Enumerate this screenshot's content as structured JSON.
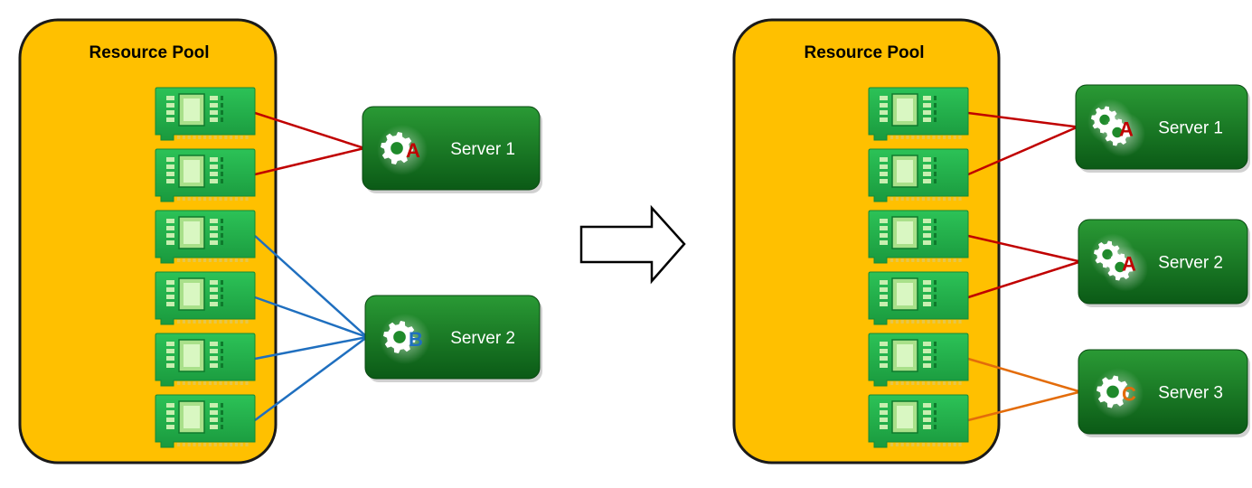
{
  "colors": {
    "pool_fill": "#FFC000",
    "pool_stroke": "#1a1a1a",
    "card_green": "#22B14C",
    "card_green_dark": "#138a36",
    "chip_light": "#c8efb0",
    "server_green": "#1f8a2b",
    "server_green_dark": "#0b4d14",
    "link_a": "#c00000",
    "link_b": "#1f6fbf",
    "link_c": "#e36c0a"
  },
  "left": {
    "pool_title": "Resource Pool",
    "servers": [
      {
        "label": "Server 1",
        "letter": "A",
        "letter_color": "#c00000",
        "icon": "gear-icon"
      },
      {
        "label": "Server 2",
        "letter": "B",
        "letter_color": "#1f6fbf",
        "icon": "gear-icon"
      }
    ],
    "card_count": 6,
    "links": [
      {
        "card": 0,
        "server": 0,
        "color": "#c00000"
      },
      {
        "card": 1,
        "server": 0,
        "color": "#c00000"
      },
      {
        "card": 2,
        "server": 1,
        "color": "#1f6fbf"
      },
      {
        "card": 3,
        "server": 1,
        "color": "#1f6fbf"
      },
      {
        "card": 4,
        "server": 1,
        "color": "#1f6fbf"
      },
      {
        "card": 5,
        "server": 1,
        "color": "#1f6fbf"
      }
    ]
  },
  "transition_icon": "right-arrow-icon",
  "right": {
    "pool_title": "Resource Pool",
    "servers": [
      {
        "label": "Server 1",
        "letter": "A",
        "letter_color": "#c00000",
        "icon": "gear-pair-icon"
      },
      {
        "label": "Server 2",
        "letter": "A",
        "letter_color": "#c00000",
        "icon": "gear-pair-icon"
      },
      {
        "label": "Server 3",
        "letter": "C",
        "letter_color": "#e36c0a",
        "icon": "gear-icon"
      }
    ],
    "card_count": 6,
    "links": [
      {
        "card": 0,
        "server": 0,
        "color": "#c00000"
      },
      {
        "card": 1,
        "server": 0,
        "color": "#c00000"
      },
      {
        "card": 2,
        "server": 1,
        "color": "#c00000"
      },
      {
        "card": 3,
        "server": 1,
        "color": "#c00000"
      },
      {
        "card": 4,
        "server": 2,
        "color": "#e36c0a"
      },
      {
        "card": 5,
        "server": 2,
        "color": "#e36c0a"
      }
    ]
  }
}
